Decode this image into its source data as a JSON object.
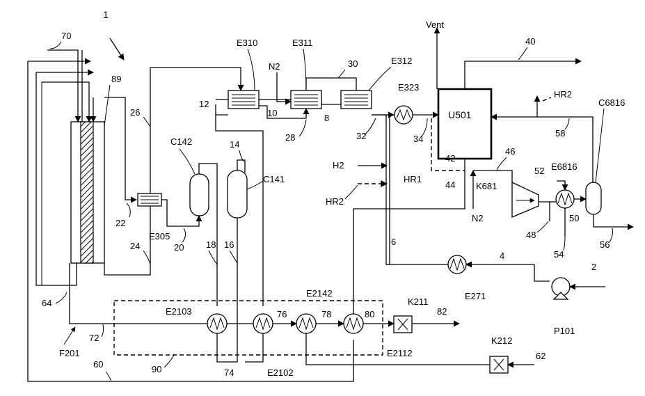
{
  "figure_number": "1",
  "equipment": {
    "reactor": "F201",
    "reactor_bed": "89",
    "e310": "E310",
    "e311": "E311",
    "e312": "E312",
    "e323": "E323",
    "u501": "U501",
    "c6816": "C6816",
    "e6816": "E6816",
    "k681": "K681",
    "c142": "C142",
    "c141": "C141",
    "e305": "E305",
    "e271": "E271",
    "p101": "P101",
    "k211": "K211",
    "k212": "K212",
    "e2103": "E2103",
    "e2102": "E2102",
    "e2142": "E2142",
    "e2112": "E2112",
    "exchanger_box": "90"
  },
  "utilities": {
    "vent": "Vent",
    "n2_top": "N2",
    "n2_bottom": "N2",
    "h2": "H2",
    "hr2_left": "HR2",
    "hr2_right": "HR2",
    "hr1": "HR1"
  },
  "streams": [
    "70",
    "26",
    "12",
    "10",
    "28",
    "30",
    "8",
    "32",
    "34",
    "40",
    "42",
    "44",
    "46",
    "48",
    "50",
    "52",
    "54",
    "56",
    "58",
    "22",
    "24",
    "20",
    "18",
    "16",
    "14",
    "6",
    "4",
    "2",
    "64",
    "72",
    "60",
    "74",
    "76",
    "78",
    "80",
    "82",
    "62"
  ]
}
